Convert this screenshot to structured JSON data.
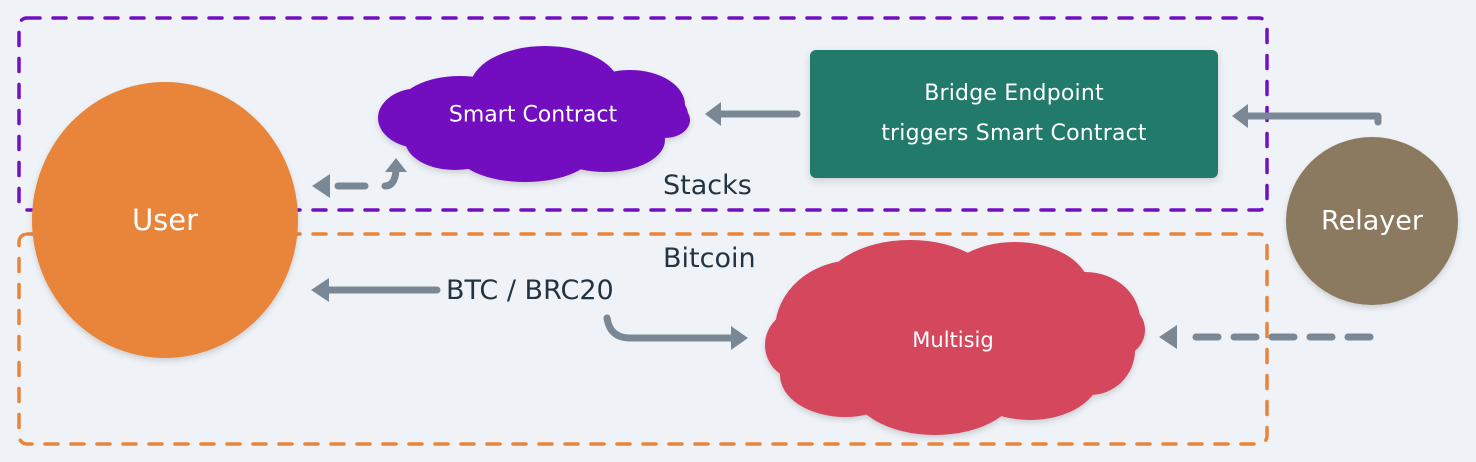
{
  "colors": {
    "background": "#eff3f7",
    "stacks_border": "#7210c0",
    "bitcoin_border": "#e8853b",
    "user_fill": "#e8853b",
    "smart_contract_fill": "#7210c0",
    "bridge_fill": "#217a6a",
    "relayer_fill": "#8b7961",
    "multisig_fill": "#d4465d",
    "arrow": "#7a8896",
    "label_text": "#243341"
  },
  "zones": {
    "stacks": {
      "label": "Stacks"
    },
    "bitcoin": {
      "label": "Bitcoin"
    }
  },
  "nodes": {
    "user": {
      "label": "User"
    },
    "smart_contract": {
      "label": "Smart Contract"
    },
    "bridge": {
      "line1": "Bridge Endpoint",
      "line2": "triggers Smart Contract"
    },
    "relayer": {
      "label": "Relayer"
    },
    "multisig": {
      "label": "Multisig"
    }
  },
  "edges": {
    "btc_label": "BTC / BRC20"
  }
}
